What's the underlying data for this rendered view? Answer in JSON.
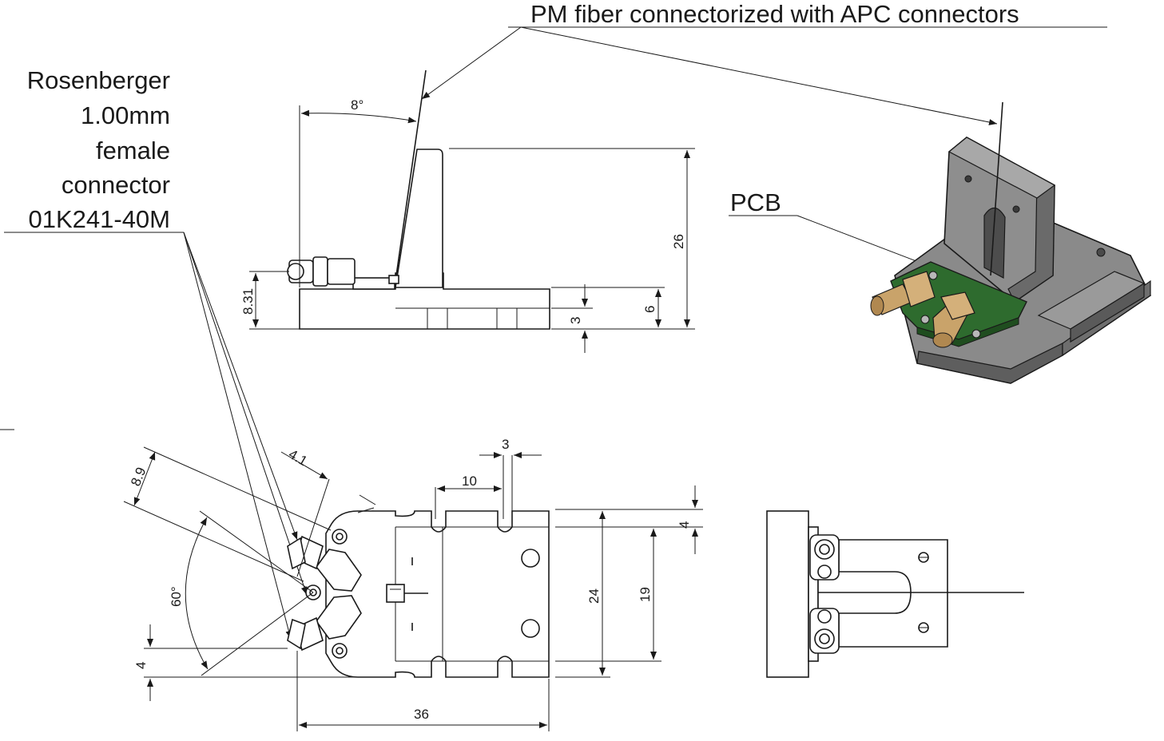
{
  "callouts": {
    "fiber": "PM fiber connectorized with APC connectors",
    "connector_lines": [
      "Rosenberger",
      "1.00mm",
      "female",
      "connector",
      "01K241-40M"
    ],
    "pcb": "PCB"
  },
  "dimensions": {
    "side_angle": "8°",
    "side_connector_height": "8.31",
    "side_height_total": "26",
    "side_height_step": "6",
    "side_height_base": "3",
    "top_width": "36",
    "top_height_outer": "24",
    "top_height_inner": "19",
    "top_slot_top": "4",
    "top_slot_bottom_left": "4",
    "top_slot_spacing": "10",
    "top_slot_width": "3",
    "top_connector_angle": "60°",
    "top_offset_a": "8.9",
    "top_offset_b": "4.1"
  },
  "colors": {
    "line": "#1a1a1a",
    "body_gray": "#7d7d7d",
    "body_dark": "#5a5a5a",
    "pcb_green": "#2e6b2e",
    "connector_gold": "#c9a36a"
  }
}
